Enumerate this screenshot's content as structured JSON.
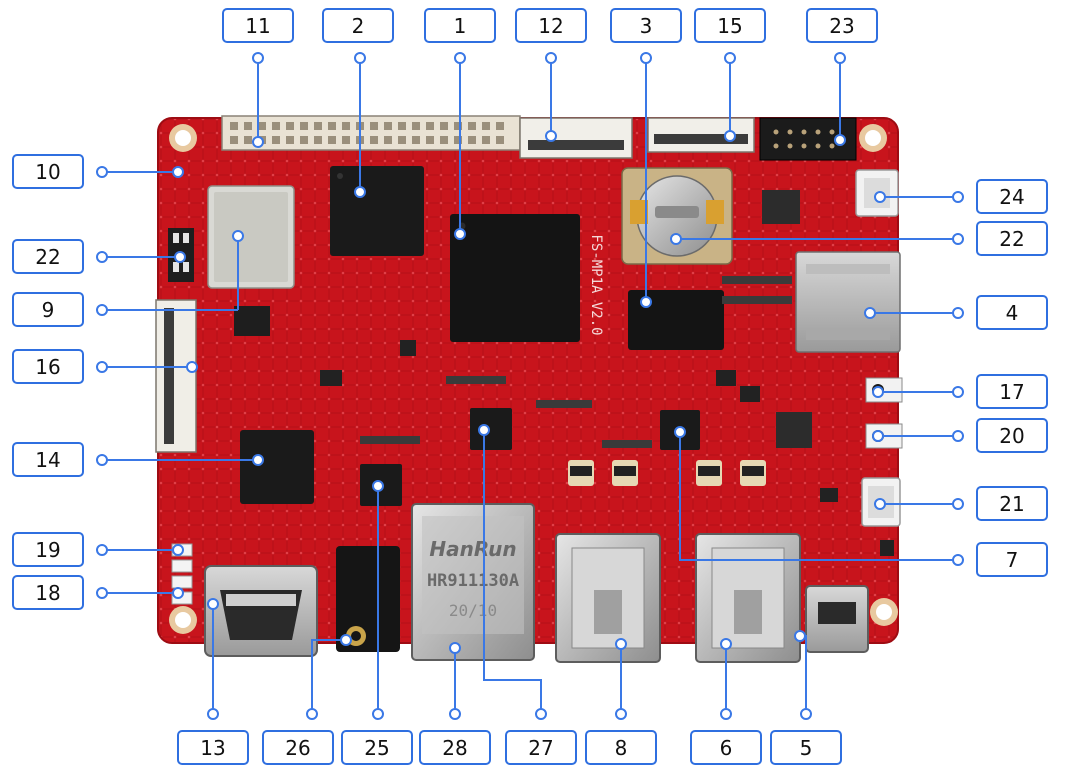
{
  "diagram": {
    "colors": {
      "board": "#c8141c",
      "board_light": "#d8262c",
      "line": "#3a78e6",
      "callout_border": "#2f6fe0"
    },
    "board_text": {
      "silkscreen": "FS-MP1A V2.0",
      "ethernet_brand": "HanRun",
      "ethernet_part": "HR911130A",
      "ethernet_sub": "20/10"
    },
    "callouts": [
      "11",
      "2",
      "1",
      "12",
      "3",
      "15",
      "23",
      "10",
      "24",
      "22",
      "22",
      "9",
      "4",
      "16",
      "17",
      "14",
      "20",
      "21",
      "19",
      "7",
      "18",
      "13",
      "26",
      "25",
      "28",
      "27",
      "8",
      "6",
      "5"
    ]
  }
}
